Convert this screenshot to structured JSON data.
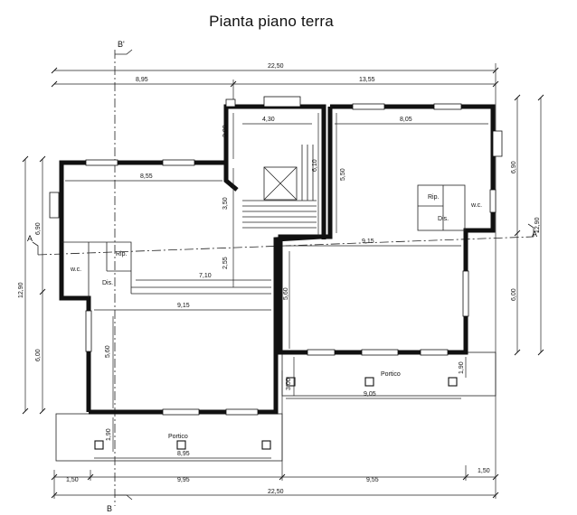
{
  "title": "Pianta piano terra",
  "sections": {
    "b_top": "B'",
    "b_bottom": "B",
    "a_left": "A",
    "a_right": "A'"
  },
  "dimensions": {
    "top_total": "22,50",
    "top_left": "8,95",
    "top_right": "13,55",
    "stair_width": "4,30",
    "right_room_width": "8,05",
    "left_room_width": "8,55",
    "lower_corridor": "7,10",
    "lower_left_width": "9,15",
    "right_lower_width": "9,15",
    "portico_right_width": "9,05",
    "portico_left_width": "8,95",
    "stair_h_top": "3,00",
    "stair_h_mid": "3,50",
    "stair_h_low": "2,55",
    "stair_height": "6,10",
    "right_room_height": "5,50",
    "right_lower_height": "5,60",
    "left_lower_height": "5,60",
    "portico_right_depth": "3,00",
    "portico_right_margin": "1,90",
    "portico_left_depth": "1,90",
    "left_outer_upper": "6,90",
    "left_outer_lower": "6,00",
    "left_outer_total": "12,90",
    "right_outer_upper": "6,90",
    "right_outer_lower": "6,00",
    "right_outer_total": "12,90",
    "bottom_margin_left": "1,50",
    "bottom_left": "9,95",
    "bottom_right": "9,55",
    "bottom_margin_right": "1,50",
    "bottom_total": "22,50"
  },
  "rooms": {
    "rip_left": "Rip.",
    "wc_left": "w.c.",
    "dis_left": "Dis.",
    "rip_right": "Rip.",
    "dis_right": "Dis.",
    "wc_right": "w.c.",
    "portico_right": "Portico",
    "portico_left": "Portico"
  }
}
